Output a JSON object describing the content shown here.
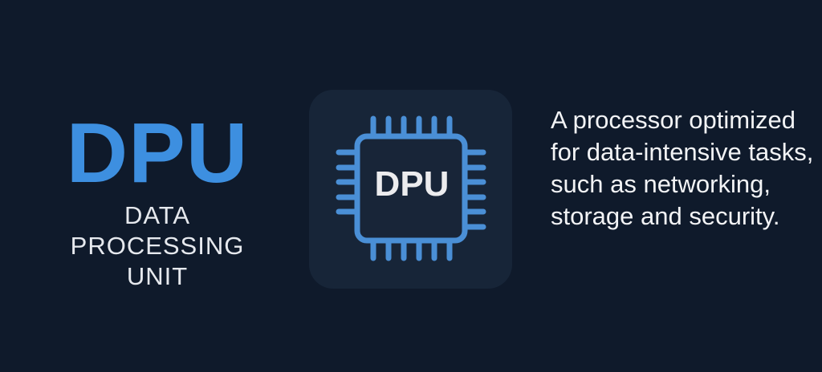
{
  "title": "DPU",
  "subtitle": [
    "DATA",
    "PROCESSING",
    "UNIT"
  ],
  "chip_label": "DPU",
  "description": "A processor optimized for data-intensive tasks, such as networking, storage and security.",
  "colors": {
    "background": "#0f1a2b",
    "accent": "#3d8fe0",
    "tile": "#172538"
  }
}
